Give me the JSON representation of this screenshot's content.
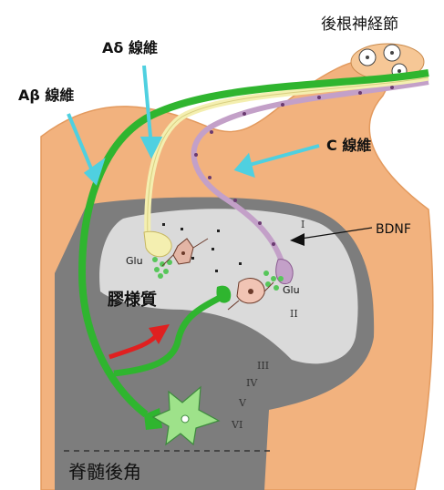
{
  "labels": {
    "drg": "後根神経節",
    "adelta": "Aδ 線維",
    "abeta": "Aβ 線維",
    "c_fiber": "C 線維",
    "bdnf": "BDNF",
    "glu_left": "Glu",
    "glu_right": "Glu",
    "substantia": "膠様質",
    "dorsal_horn": "脊髄後角"
  },
  "laminae": [
    "I",
    "II",
    "III",
    "IV",
    "V",
    "VI"
  ],
  "colors": {
    "tissue": "#f2b27e",
    "dark_gray": "#7d7d7d",
    "light_gray": "#dadada",
    "green_fiber": "#2fb52f",
    "pale_fiber": "#f4efb0",
    "c_fiber": "#c3a0c8",
    "arrow_cyan": "#4fd0e0",
    "red_arrow": "#e02020"
  }
}
